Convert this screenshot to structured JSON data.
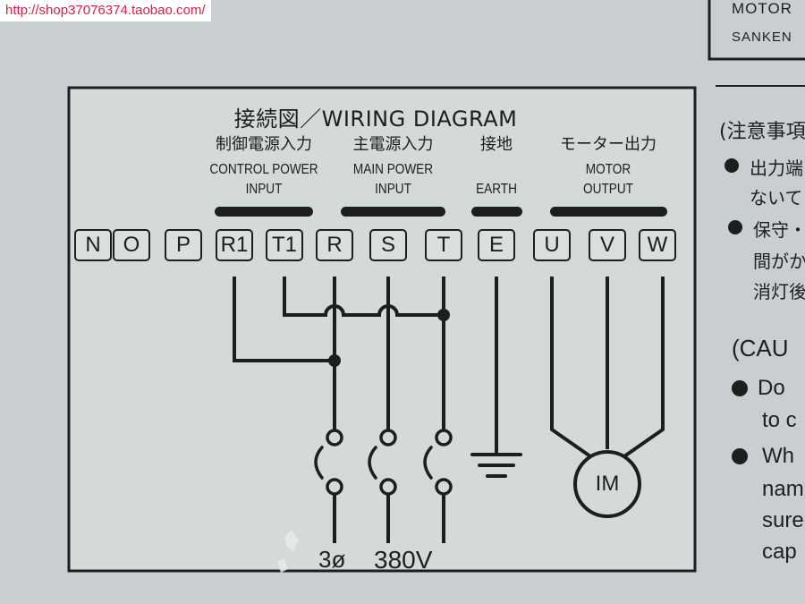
{
  "watermark": "http://shop37076374.taobao.com/",
  "diagram": {
    "title": "接続図／WIRING DIAGRAM",
    "groups": {
      "control": {
        "jp": "制御電源入力",
        "en1": "CONTROL POWER",
        "en2": "INPUT"
      },
      "main": {
        "jp": "主電源入力",
        "en1": "MAIN POWER",
        "en2": "INPUT"
      },
      "earth": {
        "jp": "接地",
        "en1": "EARTH"
      },
      "motor": {
        "jp": "モーター出力",
        "en1": "MOTOR",
        "en2": "OUTPUT"
      }
    },
    "terminals": [
      "N",
      "O",
      "P",
      "R1",
      "T1",
      "R",
      "S",
      "T",
      "E",
      "U",
      "V",
      "W"
    ],
    "motor_label": "IM",
    "supply_phase": "3ø",
    "supply_voltage": "380V"
  },
  "right_panel": {
    "label_top1": "MOTOR",
    "label_top2": "SANKEN",
    "jp_heading": "(注意事項",
    "jp_lines": [
      "出力端",
      "ないて",
      "保守・",
      "間がか",
      "消灯後"
    ],
    "en_heading": "(CAU",
    "en_lines": [
      "Do",
      "to c",
      "Wh",
      "nam",
      "sure",
      "cap"
    ]
  },
  "colors": {
    "ink": "#1e1e1e",
    "panel": "#c9cfd0",
    "watermark": "#d8204a"
  }
}
